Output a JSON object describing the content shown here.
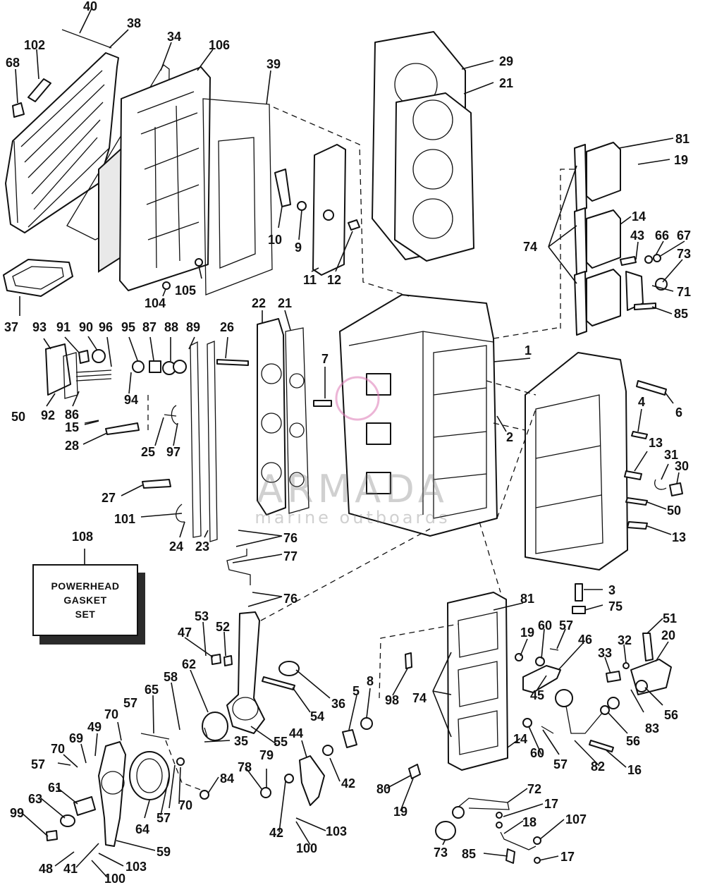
{
  "watermark": {
    "title": "ARMADA",
    "subtitle": "marine outboards"
  },
  "gasket_set": {
    "lines": [
      "POWERHEAD",
      "GASKET",
      "SET"
    ]
  },
  "callouts": [
    {
      "id": "c40",
      "label": "40"
    },
    {
      "id": "c38",
      "label": "38"
    },
    {
      "id": "c102",
      "label": "102"
    },
    {
      "id": "c68",
      "label": "68"
    },
    {
      "id": "c34",
      "label": "34"
    },
    {
      "id": "c106",
      "label": "106"
    },
    {
      "id": "c39",
      "label": "39"
    },
    {
      "id": "c29",
      "label": "29"
    },
    {
      "id": "c21a",
      "label": "21"
    },
    {
      "id": "c81a",
      "label": "81"
    },
    {
      "id": "c19a",
      "label": "19"
    },
    {
      "id": "c14a",
      "label": "14"
    },
    {
      "id": "c74a",
      "label": "74"
    },
    {
      "id": "c43",
      "label": "43"
    },
    {
      "id": "c66",
      "label": "66"
    },
    {
      "id": "c67",
      "label": "67"
    },
    {
      "id": "c73a",
      "label": "73"
    },
    {
      "id": "c71",
      "label": "71"
    },
    {
      "id": "c85a",
      "label": "85"
    },
    {
      "id": "c10",
      "label": "10"
    },
    {
      "id": "c9",
      "label": "9"
    },
    {
      "id": "c11",
      "label": "11"
    },
    {
      "id": "c12",
      "label": "12"
    },
    {
      "id": "c105",
      "label": "105"
    },
    {
      "id": "c104",
      "label": "104"
    },
    {
      "id": "c37",
      "label": "37"
    },
    {
      "id": "c93",
      "label": "93"
    },
    {
      "id": "c91",
      "label": "91"
    },
    {
      "id": "c90",
      "label": "90"
    },
    {
      "id": "c96",
      "label": "96"
    },
    {
      "id": "c95",
      "label": "95"
    },
    {
      "id": "c87",
      "label": "87"
    },
    {
      "id": "c88",
      "label": "88"
    },
    {
      "id": "c89",
      "label": "89"
    },
    {
      "id": "c26",
      "label": "26"
    },
    {
      "id": "c22",
      "label": "22"
    },
    {
      "id": "c21b",
      "label": "21"
    },
    {
      "id": "c7",
      "label": "7"
    },
    {
      "id": "c1",
      "label": "1"
    },
    {
      "id": "c6",
      "label": "6"
    },
    {
      "id": "c4",
      "label": "4"
    },
    {
      "id": "c2",
      "label": "2"
    },
    {
      "id": "c13a",
      "label": "13"
    },
    {
      "id": "c31",
      "label": "31"
    },
    {
      "id": "c30",
      "label": "30"
    },
    {
      "id": "c50a",
      "label": "50"
    },
    {
      "id": "c13b",
      "label": "13"
    },
    {
      "id": "c50b",
      "label": "50"
    },
    {
      "id": "c92",
      "label": "92"
    },
    {
      "id": "c86",
      "label": "86"
    },
    {
      "id": "c94",
      "label": "94"
    },
    {
      "id": "c15",
      "label": "15"
    },
    {
      "id": "c28",
      "label": "28"
    },
    {
      "id": "c25",
      "label": "25"
    },
    {
      "id": "c97",
      "label": "97"
    },
    {
      "id": "c27",
      "label": "27"
    },
    {
      "id": "c101",
      "label": "101"
    },
    {
      "id": "c24",
      "label": "24"
    },
    {
      "id": "c23",
      "label": "23"
    },
    {
      "id": "c76a",
      "label": "76"
    },
    {
      "id": "c77",
      "label": "77"
    },
    {
      "id": "c76b",
      "label": "76"
    },
    {
      "id": "c108",
      "label": "108"
    },
    {
      "id": "c3",
      "label": "3"
    },
    {
      "id": "c75",
      "label": "75"
    },
    {
      "id": "c81b",
      "label": "81"
    },
    {
      "id": "c19b",
      "label": "19"
    },
    {
      "id": "c60a",
      "label": "60"
    },
    {
      "id": "c57a",
      "label": "57"
    },
    {
      "id": "c46",
      "label": "46"
    },
    {
      "id": "c51",
      "label": "51"
    },
    {
      "id": "c20",
      "label": "20"
    },
    {
      "id": "c33",
      "label": "33"
    },
    {
      "id": "c32",
      "label": "32"
    },
    {
      "id": "c53",
      "label": "53"
    },
    {
      "id": "c47",
      "label": "47"
    },
    {
      "id": "c52",
      "label": "52"
    },
    {
      "id": "c62",
      "label": "62"
    },
    {
      "id": "c58",
      "label": "58"
    },
    {
      "id": "c65",
      "label": "65"
    },
    {
      "id": "c54",
      "label": "54"
    },
    {
      "id": "c36",
      "label": "36"
    },
    {
      "id": "c5",
      "label": "5"
    },
    {
      "id": "c8",
      "label": "8"
    },
    {
      "id": "c98",
      "label": "98"
    },
    {
      "id": "c74b",
      "label": "74"
    },
    {
      "id": "c45",
      "label": "45"
    },
    {
      "id": "c56a",
      "label": "56"
    },
    {
      "id": "c83",
      "label": "83"
    },
    {
      "id": "c56b",
      "label": "56"
    },
    {
      "id": "c57b",
      "label": "57"
    },
    {
      "id": "c70a",
      "label": "70"
    },
    {
      "id": "c49",
      "label": "49"
    },
    {
      "id": "c69",
      "label": "69"
    },
    {
      "id": "c70b",
      "label": "70"
    },
    {
      "id": "c57c",
      "label": "57"
    },
    {
      "id": "c35",
      "label": "35"
    },
    {
      "id": "c55",
      "label": "55"
    },
    {
      "id": "c44",
      "label": "44"
    },
    {
      "id": "c14b",
      "label": "14"
    },
    {
      "id": "c60b",
      "label": "60"
    },
    {
      "id": "c57d",
      "label": "57"
    },
    {
      "id": "c82",
      "label": "82"
    },
    {
      "id": "c16",
      "label": "16"
    },
    {
      "id": "c79",
      "label": "79"
    },
    {
      "id": "c78",
      "label": "78"
    },
    {
      "id": "c42a",
      "label": "42"
    },
    {
      "id": "c80",
      "label": "80"
    },
    {
      "id": "c61",
      "label": "61"
    },
    {
      "id": "c84",
      "label": "84"
    },
    {
      "id": "c70c",
      "label": "70"
    },
    {
      "id": "c63",
      "label": "63"
    },
    {
      "id": "c99",
      "label": "99"
    },
    {
      "id": "c64",
      "label": "64"
    },
    {
      "id": "c57e",
      "label": "57"
    },
    {
      "id": "c42b",
      "label": "42"
    },
    {
      "id": "c103a",
      "label": "103"
    },
    {
      "id": "c19c",
      "label": "19"
    },
    {
      "id": "c72",
      "label": "72"
    },
    {
      "id": "c17a",
      "label": "17"
    },
    {
      "id": "c18",
      "label": "18"
    },
    {
      "id": "c107",
      "label": "107"
    },
    {
      "id": "c59",
      "label": "59"
    },
    {
      "id": "c48",
      "label": "48"
    },
    {
      "id": "c41",
      "label": "41"
    },
    {
      "id": "c103b",
      "label": "103"
    },
    {
      "id": "c100a",
      "label": "100"
    },
    {
      "id": "c100b",
      "label": "100"
    },
    {
      "id": "c73b",
      "label": "73"
    },
    {
      "id": "c85b",
      "label": "85"
    },
    {
      "id": "c17b",
      "label": "17"
    }
  ]
}
